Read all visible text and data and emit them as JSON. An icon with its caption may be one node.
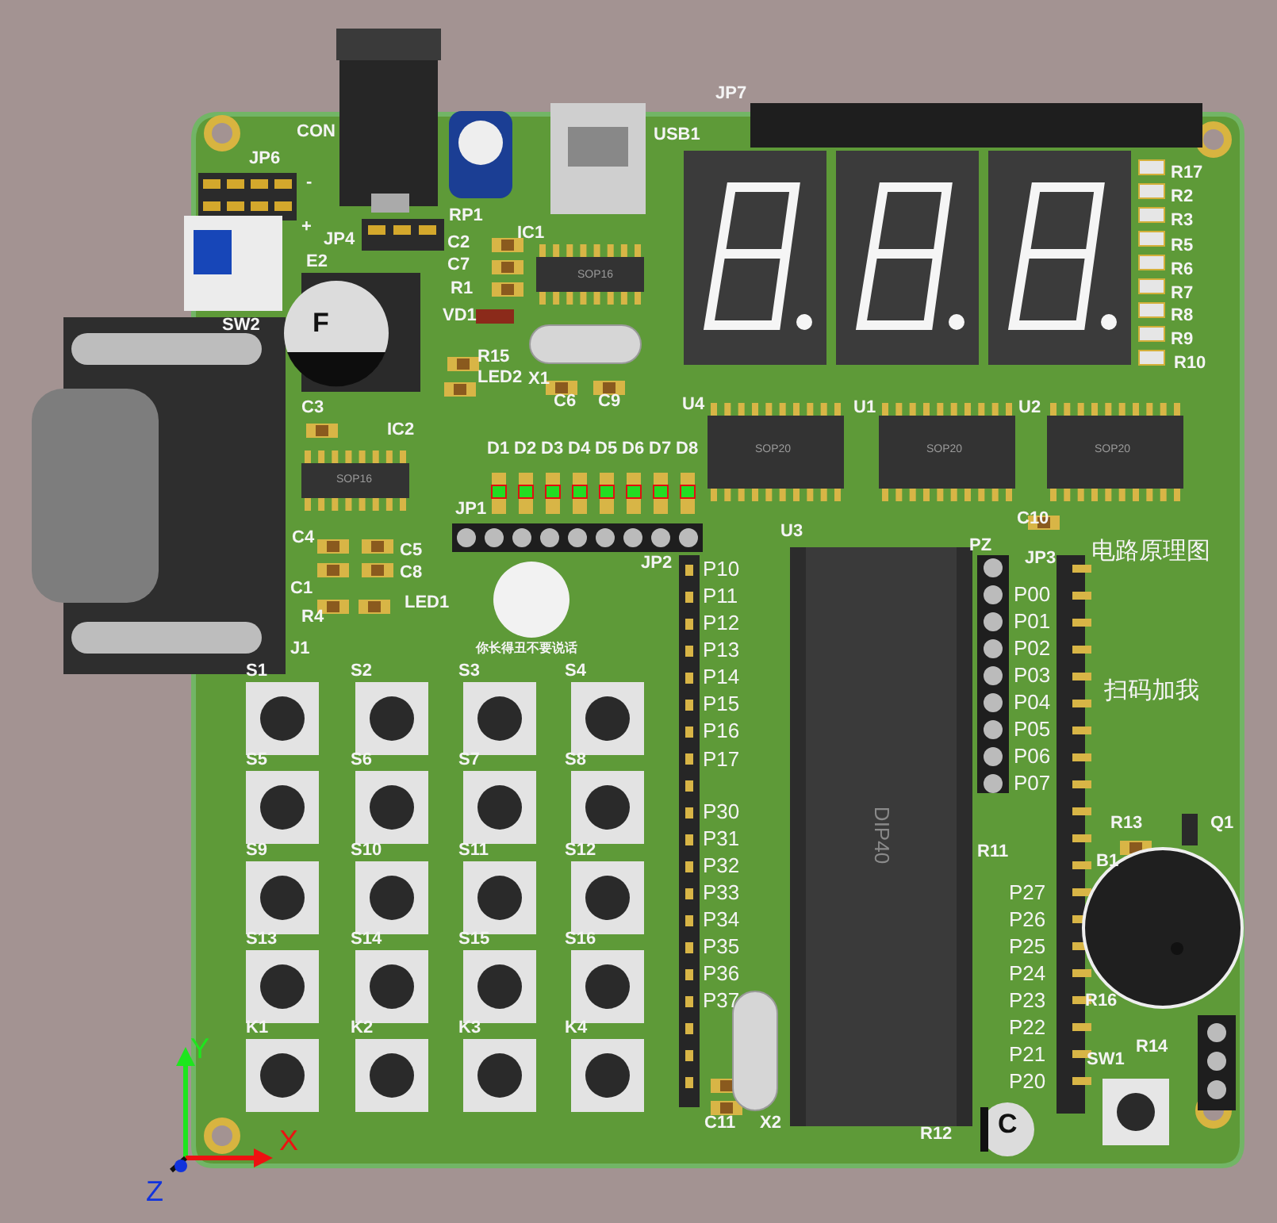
{
  "diagram": {
    "labels": [
      "CON",
      "JP6",
      "-",
      "+",
      "JP4",
      "RP1",
      "USB1",
      "JP7",
      "IC1",
      "C2",
      "C7",
      "R1",
      "VD1",
      "R15",
      "LED2",
      "X1",
      "C6",
      "C9",
      "SW2",
      "E2",
      "F",
      "SOP16",
      "R17",
      "R2",
      "R3",
      "R5",
      "R6",
      "R7",
      "R8",
      "R9",
      "R10",
      "U4",
      "U1",
      "U2",
      "SOP20",
      "SOP20",
      "SOP20",
      "C3",
      "IC2",
      "SOP16",
      "D1",
      "D2",
      "D3",
      "D4",
      "D5",
      "D6",
      "D7",
      "D8",
      "JP1",
      "JP2",
      "C4",
      "C5",
      "C8",
      "C1",
      "R4",
      "LED1",
      "J1",
      "你长得丑不要说话",
      "U3",
      "PZ",
      "C10",
      "JP3",
      "电路原理图",
      "扫码加我",
      "P10",
      "P11",
      "P12",
      "P13",
      "P14",
      "P15",
      "P16",
      "P17",
      "P30",
      "P31",
      "P32",
      "P33",
      "P34",
      "P35",
      "P36",
      "P37",
      "DIP40",
      "P00",
      "P01",
      "P02",
      "P03",
      "P04",
      "P05",
      "P06",
      "P07",
      "R11",
      "R13",
      "Q1",
      "B1",
      "P27",
      "P26",
      "P25",
      "P24",
      "P23",
      "P22",
      "P21",
      "P20",
      "R16",
      "R14",
      "SW1",
      "R12",
      "C",
      "C11",
      "X2",
      "S1",
      "S2",
      "S3",
      "S4",
      "S5",
      "S6",
      "S7",
      "S8",
      "S9",
      "S10",
      "S11",
      "S12",
      "S13",
      "S14",
      "S15",
      "S16",
      "K1",
      "K2",
      "K3",
      "K4",
      "Y",
      "X",
      "Z"
    ]
  }
}
